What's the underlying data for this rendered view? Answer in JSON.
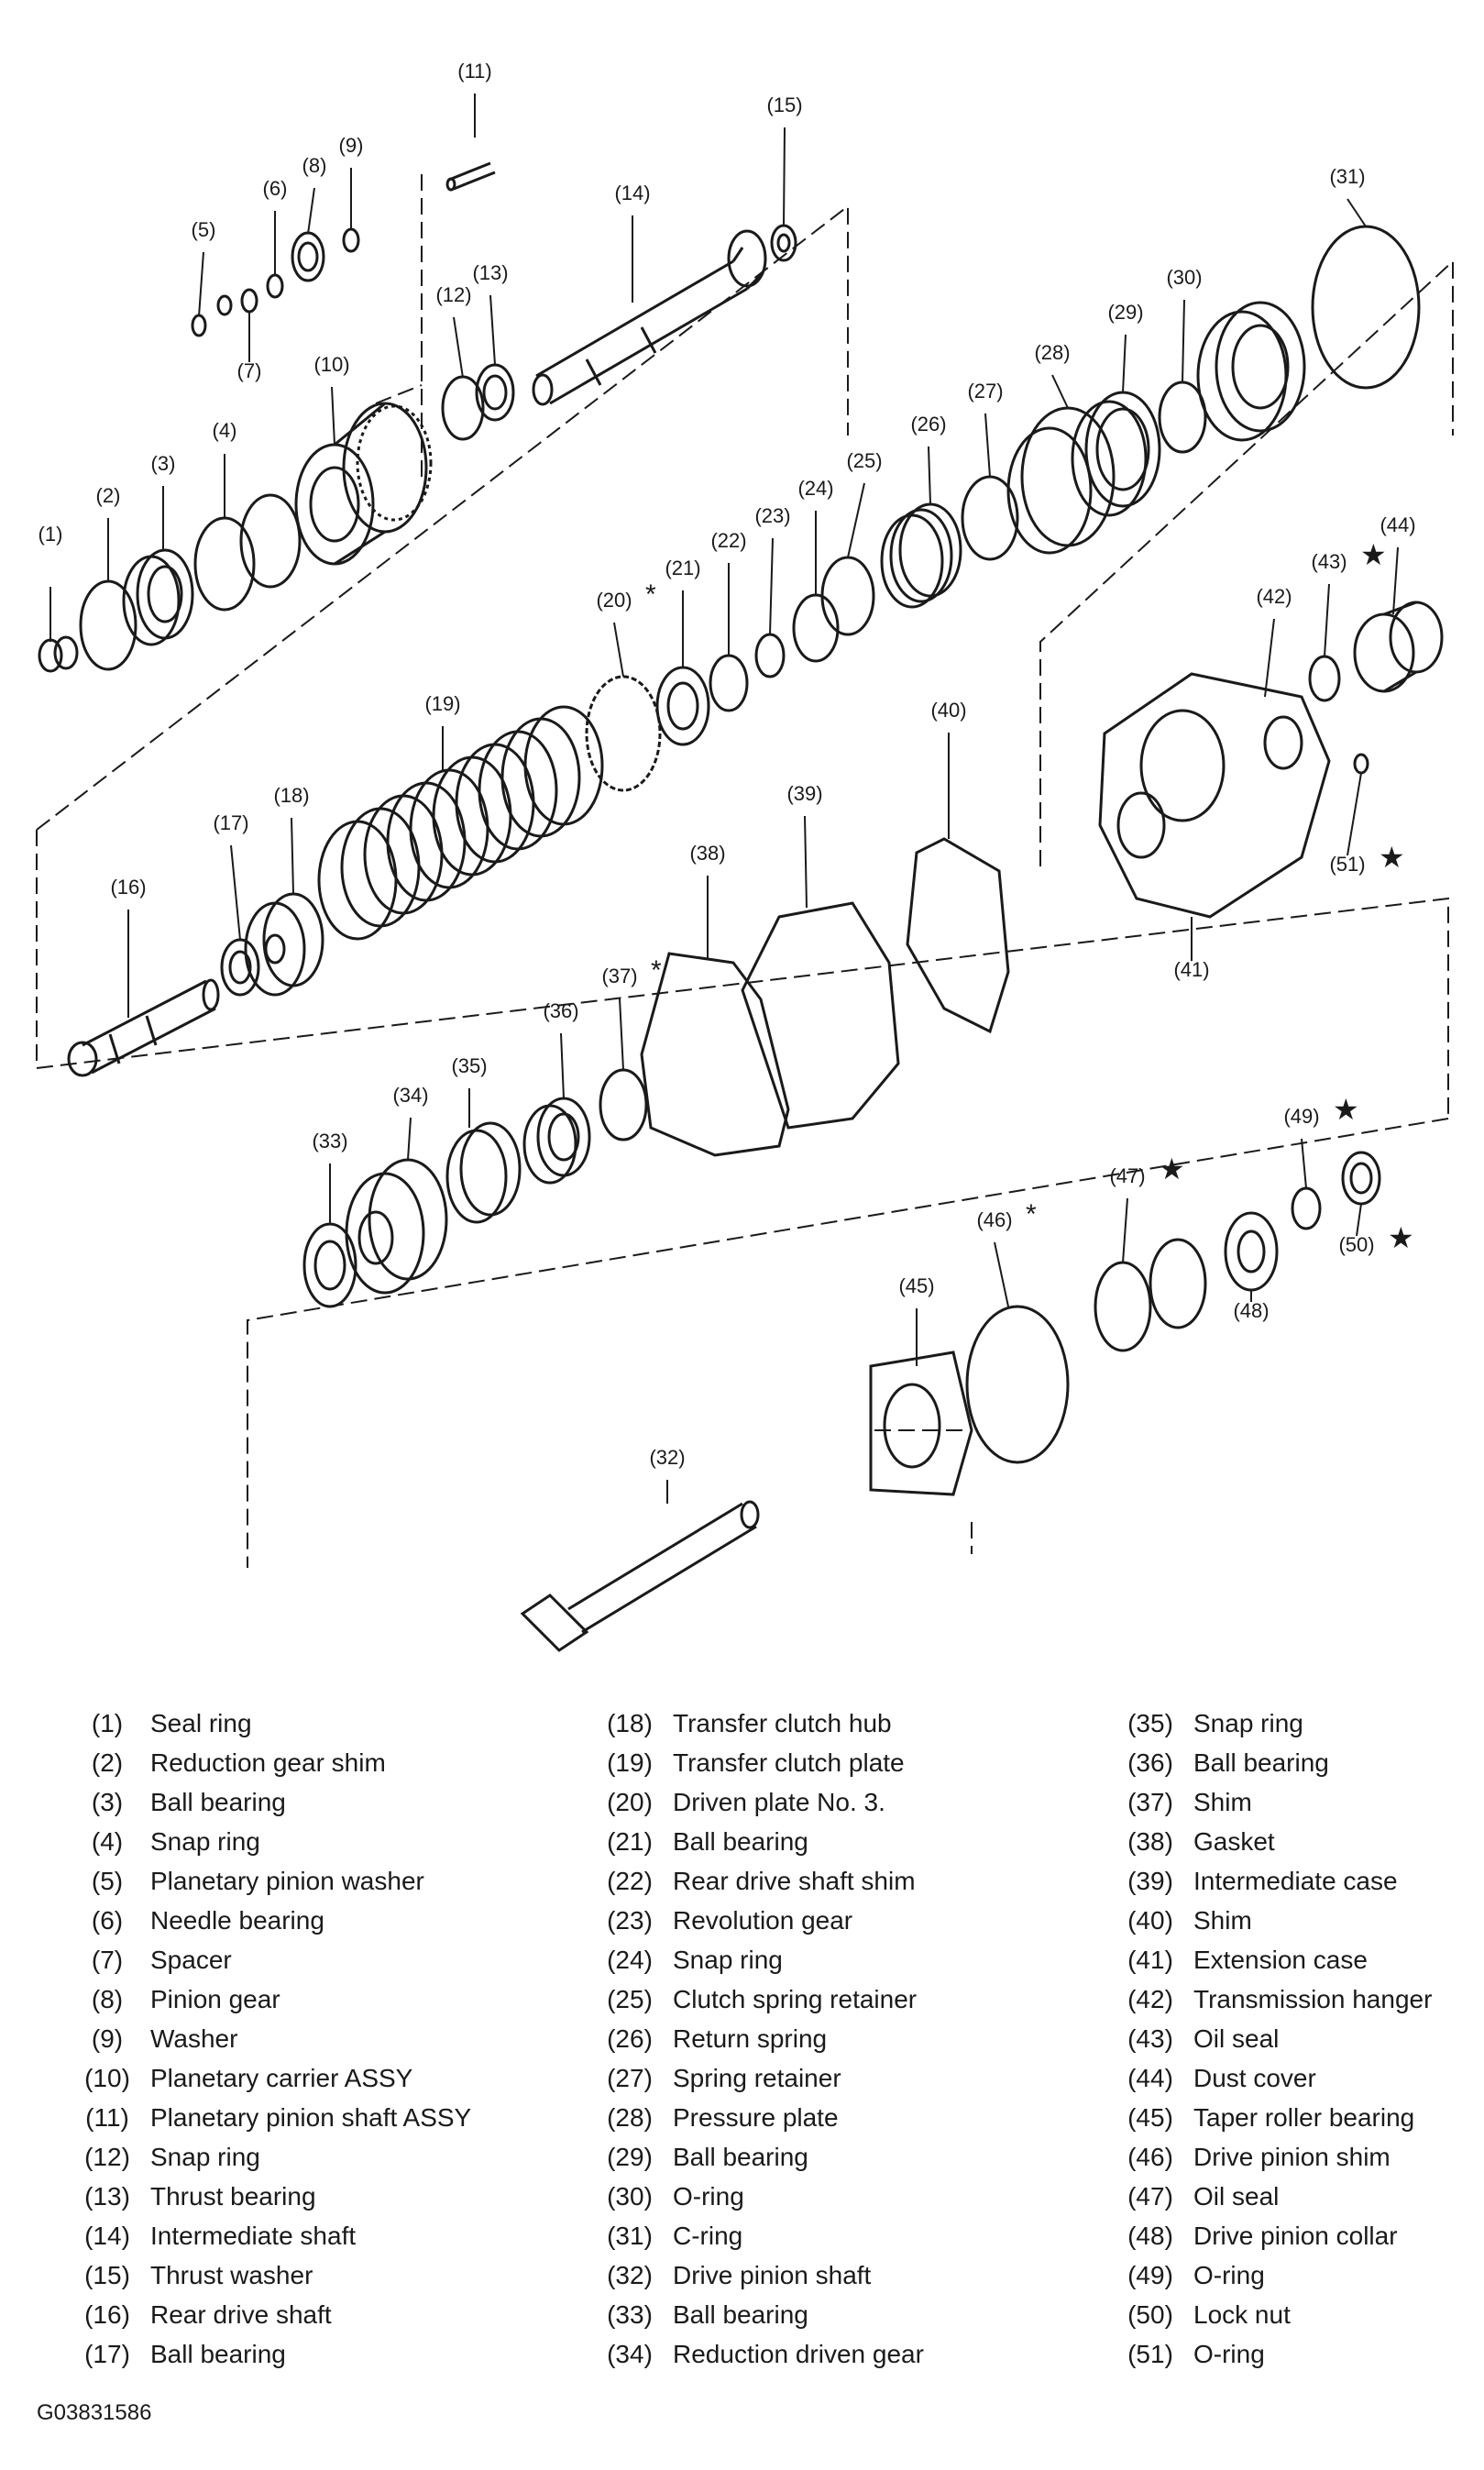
{
  "callouts": [
    {
      "num": "(1)",
      "mark": ""
    },
    {
      "num": "(2)",
      "mark": ""
    },
    {
      "num": "(3)",
      "mark": ""
    },
    {
      "num": "(4)",
      "mark": ""
    },
    {
      "num": "(5)",
      "mark": ""
    },
    {
      "num": "(6)",
      "mark": ""
    },
    {
      "num": "(7)",
      "mark": ""
    },
    {
      "num": "(8)",
      "mark": ""
    },
    {
      "num": "(9)",
      "mark": ""
    },
    {
      "num": "(10)",
      "mark": ""
    },
    {
      "num": "(11)",
      "mark": ""
    },
    {
      "num": "(12)",
      "mark": ""
    },
    {
      "num": "(13)",
      "mark": ""
    },
    {
      "num": "(14)",
      "mark": ""
    },
    {
      "num": "(15)",
      "mark": ""
    },
    {
      "num": "(16)",
      "mark": ""
    },
    {
      "num": "(17)",
      "mark": ""
    },
    {
      "num": "(18)",
      "mark": ""
    },
    {
      "num": "(19)",
      "mark": ""
    },
    {
      "num": "(20)",
      "mark": "*"
    },
    {
      "num": "(21)",
      "mark": ""
    },
    {
      "num": "(22)",
      "mark": ""
    },
    {
      "num": "(23)",
      "mark": ""
    },
    {
      "num": "(24)",
      "mark": ""
    },
    {
      "num": "(25)",
      "mark": ""
    },
    {
      "num": "(26)",
      "mark": ""
    },
    {
      "num": "(27)",
      "mark": ""
    },
    {
      "num": "(28)",
      "mark": ""
    },
    {
      "num": "(29)",
      "mark": ""
    },
    {
      "num": "(30)",
      "mark": ""
    },
    {
      "num": "(31)",
      "mark": ""
    },
    {
      "num": "(32)",
      "mark": ""
    },
    {
      "num": "(33)",
      "mark": ""
    },
    {
      "num": "(34)",
      "mark": ""
    },
    {
      "num": "(35)",
      "mark": ""
    },
    {
      "num": "(36)",
      "mark": ""
    },
    {
      "num": "(37)",
      "mark": "*"
    },
    {
      "num": "(38)",
      "mark": ""
    },
    {
      "num": "(39)",
      "mark": ""
    },
    {
      "num": "(40)",
      "mark": ""
    },
    {
      "num": "(41)",
      "mark": ""
    },
    {
      "num": "(42)",
      "mark": ""
    },
    {
      "num": "(43)",
      "mark": "★"
    },
    {
      "num": "(44)",
      "mark": ""
    },
    {
      "num": "(45)",
      "mark": ""
    },
    {
      "num": "(46)",
      "mark": "*"
    },
    {
      "num": "(47)",
      "mark": "★"
    },
    {
      "num": "(48)",
      "mark": ""
    },
    {
      "num": "(49)",
      "mark": "★"
    },
    {
      "num": "(50)",
      "mark": "★"
    },
    {
      "num": "(51)",
      "mark": "★"
    }
  ],
  "legend": [
    {
      "num": "(1)",
      "label": "Seal ring"
    },
    {
      "num": "(2)",
      "label": "Reduction gear shim"
    },
    {
      "num": "(3)",
      "label": "Ball bearing"
    },
    {
      "num": "(4)",
      "label": "Snap ring"
    },
    {
      "num": "(5)",
      "label": "Planetary pinion washer"
    },
    {
      "num": "(6)",
      "label": "Needle bearing"
    },
    {
      "num": "(7)",
      "label": "Spacer"
    },
    {
      "num": "(8)",
      "label": "Pinion gear"
    },
    {
      "num": "(9)",
      "label": "Washer"
    },
    {
      "num": "(10)",
      "label": "Planetary carrier ASSY"
    },
    {
      "num": "(11)",
      "label": "Planetary pinion shaft ASSY"
    },
    {
      "num": "(12)",
      "label": "Snap ring"
    },
    {
      "num": "(13)",
      "label": "Thrust bearing"
    },
    {
      "num": "(14)",
      "label": "Intermediate shaft"
    },
    {
      "num": "(15)",
      "label": "Thrust washer"
    },
    {
      "num": "(16)",
      "label": "Rear drive shaft"
    },
    {
      "num": "(17)",
      "label": "Ball bearing"
    },
    {
      "num": "(18)",
      "label": "Transfer clutch hub"
    },
    {
      "num": "(19)",
      "label": "Transfer clutch plate"
    },
    {
      "num": "(20)",
      "label": "Driven plate No. 3."
    },
    {
      "num": "(21)",
      "label": "Ball bearing"
    },
    {
      "num": "(22)",
      "label": "Rear drive shaft shim"
    },
    {
      "num": "(23)",
      "label": "Revolution gear"
    },
    {
      "num": "(24)",
      "label": "Snap ring"
    },
    {
      "num": "(25)",
      "label": "Clutch spring retainer"
    },
    {
      "num": "(26)",
      "label": "Return spring"
    },
    {
      "num": "(27)",
      "label": "Spring retainer"
    },
    {
      "num": "(28)",
      "label": "Pressure plate"
    },
    {
      "num": "(29)",
      "label": "Ball bearing"
    },
    {
      "num": "(30)",
      "label": "O-ring"
    },
    {
      "num": "(31)",
      "label": "C-ring"
    },
    {
      "num": "(32)",
      "label": "Drive pinion shaft"
    },
    {
      "num": "(33)",
      "label": "Ball bearing"
    },
    {
      "num": "(34)",
      "label": "Reduction driven gear"
    },
    {
      "num": "(35)",
      "label": "Snap ring"
    },
    {
      "num": "(36)",
      "label": "Ball bearing"
    },
    {
      "num": "(37)",
      "label": "Shim"
    },
    {
      "num": "(38)",
      "label": "Gasket"
    },
    {
      "num": "(39)",
      "label": "Intermediate case"
    },
    {
      "num": "(40)",
      "label": "Shim"
    },
    {
      "num": "(41)",
      "label": "Extension case"
    },
    {
      "num": "(42)",
      "label": "Transmission hanger"
    },
    {
      "num": "(43)",
      "label": "Oil seal"
    },
    {
      "num": "(44)",
      "label": "Dust cover"
    },
    {
      "num": "(45)",
      "label": "Taper roller bearing"
    },
    {
      "num": "(46)",
      "label": "Drive pinion shim"
    },
    {
      "num": "(47)",
      "label": "Oil seal"
    },
    {
      "num": "(48)",
      "label": "Drive pinion collar"
    },
    {
      "num": "(49)",
      "label": "O-ring"
    },
    {
      "num": "(50)",
      "label": "Lock nut"
    },
    {
      "num": "(51)",
      "label": "O-ring"
    }
  ],
  "figure_code": "G03831586",
  "line_color": "#1a1a1a"
}
